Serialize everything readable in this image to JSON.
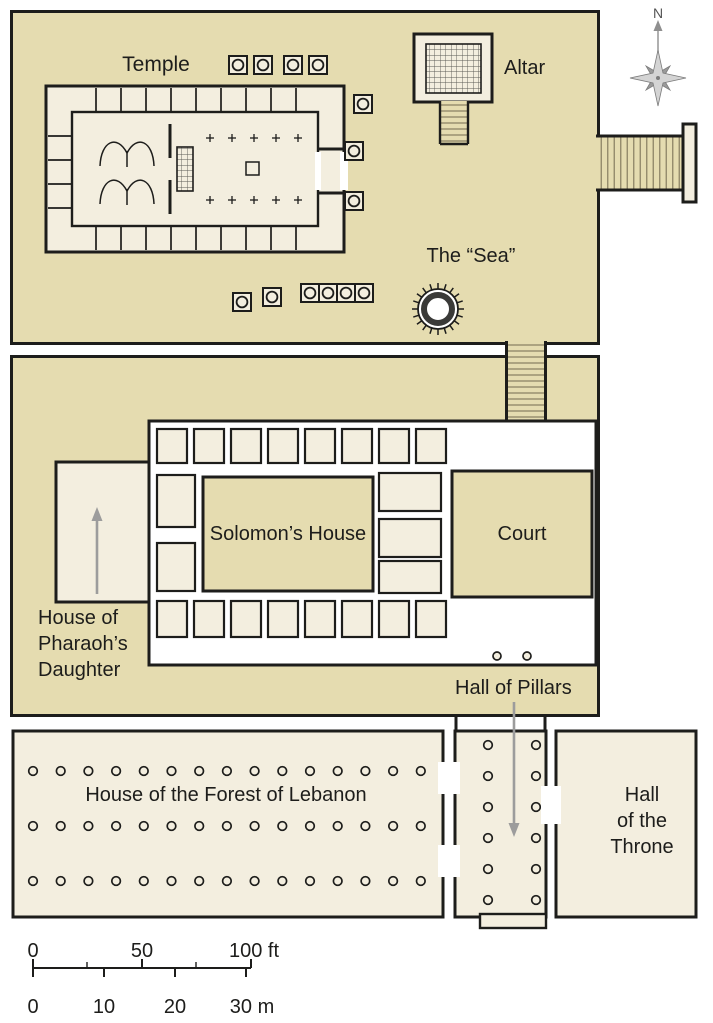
{
  "labels": {
    "temple": "Temple",
    "altar": "Altar",
    "sea": "The “Sea”",
    "solomons_house": "Solomon’s House",
    "court": "Court",
    "pharaohs_daughter": [
      "House of",
      "Pharaoh’s",
      "Daughter"
    ],
    "hall_of_pillars": "Hall of Pillars",
    "forest_of_lebanon": "House of the Forest of Lebanon",
    "hall_of_throne": [
      "Hall",
      "of the",
      "Throne"
    ]
  },
  "compass": {
    "north": "N"
  },
  "scale_bar": {
    "ft_ticks": [
      "0",
      "50",
      "100 ft"
    ],
    "m_ticks": [
      "0",
      "10",
      "20",
      "30 m"
    ]
  },
  "colors": {
    "courtyard": "#e5dcb0",
    "room": "#f3eedf",
    "wall": "#1d1d1b",
    "arrow": "#9c9c9c",
    "compass_light": "#d4d4d4",
    "compass_dark": "#9a9a9a",
    "steps": "#8d8466",
    "hatch": "#5a5a55"
  }
}
